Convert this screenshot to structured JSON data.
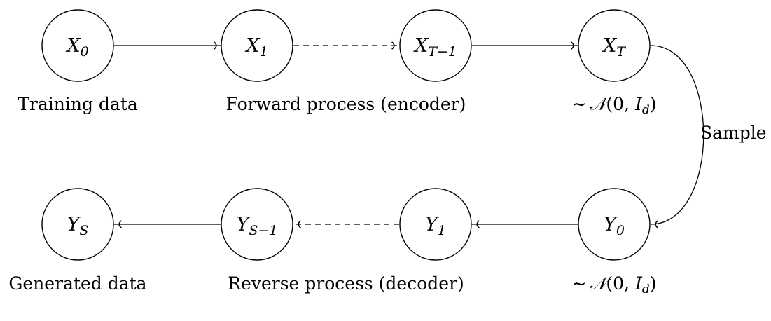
{
  "nodes": {
    "x0": {
      "base": "X",
      "sub": "0"
    },
    "x1": {
      "base": "X",
      "sub": "1"
    },
    "xtm1": {
      "base": "X",
      "sub": "T−1"
    },
    "xt": {
      "base": "X",
      "sub": "T"
    },
    "y0": {
      "base": "Y",
      "sub": "0"
    },
    "y1": {
      "base": "Y",
      "sub": "1"
    },
    "ysm1": {
      "base": "Y",
      "sub": "S−1"
    },
    "ys": {
      "base": "Y",
      "sub": "S"
    }
  },
  "labels": {
    "training": "Training data",
    "forward": "Forward process (encoder)",
    "reverse": "Reverse process (decoder)",
    "generated": "Generated data",
    "sample": "Sample"
  },
  "distribution": {
    "tilde": "∼",
    "normal": "𝒩",
    "args_open": "(0, ",
    "cov": "I",
    "cov_sub": "d",
    "args_close": ")"
  }
}
